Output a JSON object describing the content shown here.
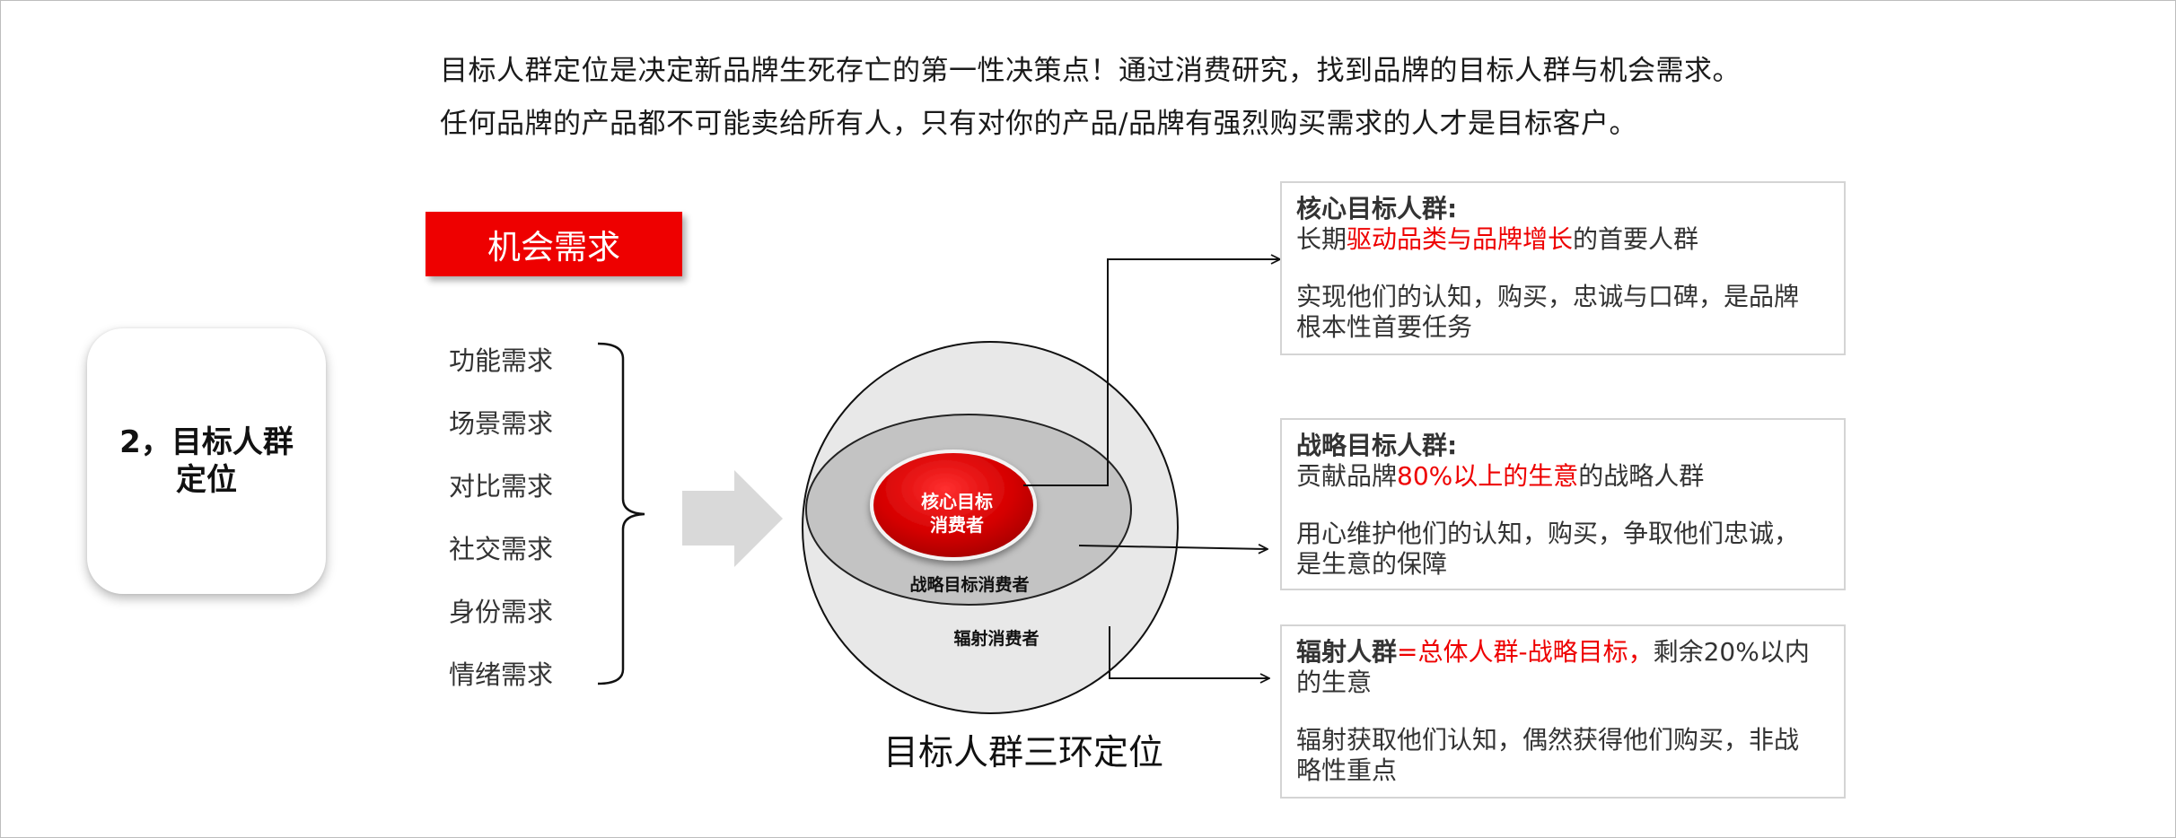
{
  "intro": {
    "line1": "目标人群定位是决定新品牌生死存亡的第一性决策点！通过消费研究，找到品牌的目标人群与机会需求。",
    "line2": "任何品牌的产品都不可能卖给所有人，只有对你的产品/品牌有强烈购买需求的人才是目标客户。"
  },
  "section": {
    "line1": "2，目标人群",
    "line2": "定位"
  },
  "tag": {
    "label": "机会需求"
  },
  "needs": [
    "功能需求",
    "场景需求",
    "对比需求",
    "社交需求",
    "身份需求",
    "情绪需求"
  ],
  "rings": {
    "core_line1": "核心目标",
    "core_line2": "消费者",
    "strategy": "战略目标消费者",
    "radiate": "辐射消费者"
  },
  "caption": "目标人群三环定位",
  "cards": {
    "core": {
      "title": "核心目标人群:",
      "l1_a": "长期",
      "l1_red": "驱动品类与品牌增长",
      "l1_b": "的首要人群",
      "p1": "实现他们的认知，购买，忠诚与口碑，是品牌",
      "p2": "根本性首要任务"
    },
    "strategy": {
      "title": "战略目标人群:",
      "l1_a": "贡献品牌",
      "l1_red": "80%以上的生意",
      "l1_b": "的战略人群",
      "p1": "用心维护他们的认知，购买，争取他们忠诚，",
      "p2": "是生意的保障"
    },
    "radiate": {
      "title": "辐射人群",
      "title_red": "=总体人群-战略目标，",
      "title_b": "剩余20%以内",
      "l2": "的生意",
      "p1": "辐射获取他们认知，偶然获得他们购买，非战",
      "p2": "略性重点"
    }
  },
  "colors": {
    "accent": "#ee0000",
    "ring_outer": "#e8e8e8",
    "ring_mid": "#c3c3c3",
    "core_fill": "#d40000"
  }
}
